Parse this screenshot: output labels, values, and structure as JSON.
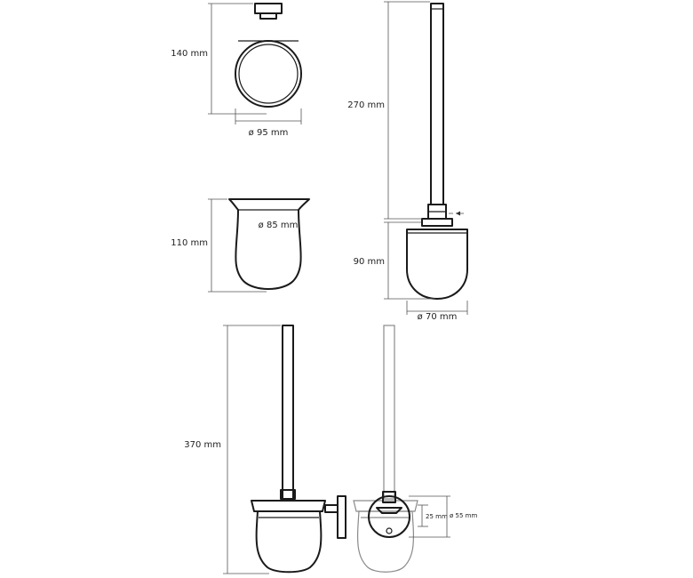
{
  "labels": {
    "ring_height": "140 mm",
    "ring_diameter": "ø 95 mm",
    "handle_length": "270 mm",
    "cup_diameter": "ø 85 mm",
    "cup_height": "110 mm",
    "head_height": "90 mm",
    "head_diameter": "ø 70 mm",
    "total_height": "370 mm",
    "rosette_depth": "25 mm",
    "rosette_diameter": "ø 55 mm"
  }
}
